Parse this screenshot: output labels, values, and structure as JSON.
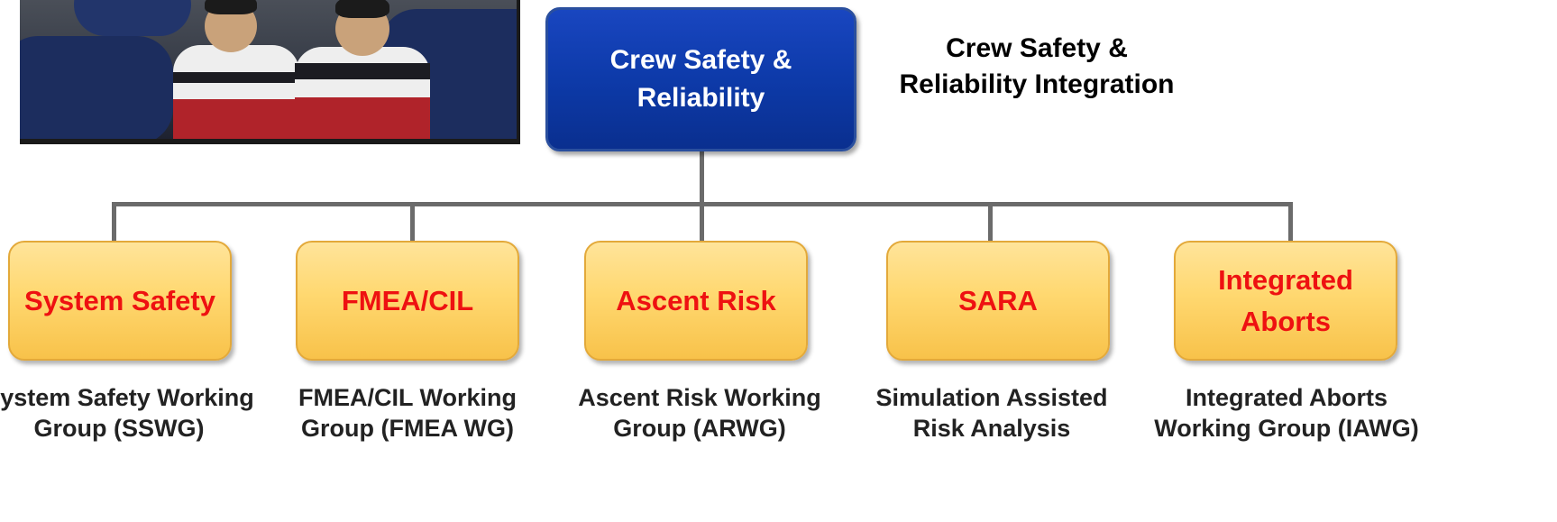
{
  "top_box": {
    "label": "Crew Safety & Reliability"
  },
  "top_side_label": "Crew Safety & Reliability Integration",
  "children": [
    {
      "label": "System Safety",
      "description": "System Safety Working Group (SSWG)"
    },
    {
      "label": "FMEA/CIL",
      "description": "FMEA/CIL Working Group (FMEA WG)"
    },
    {
      "label": "Ascent Risk",
      "description": "Ascent Risk Working Group (ARWG)"
    },
    {
      "label": "SARA",
      "description": "Simulation Assisted Risk Analysis"
    },
    {
      "label": "Integrated Aborts",
      "description": "Integrated Aborts Working Group (IAWG)"
    }
  ],
  "colors": {
    "top_box_fill": "#0d3aa9",
    "child_box_fill": "#ffd870",
    "child_box_text": "#ee1111",
    "connector": "#6b6b6b"
  }
}
